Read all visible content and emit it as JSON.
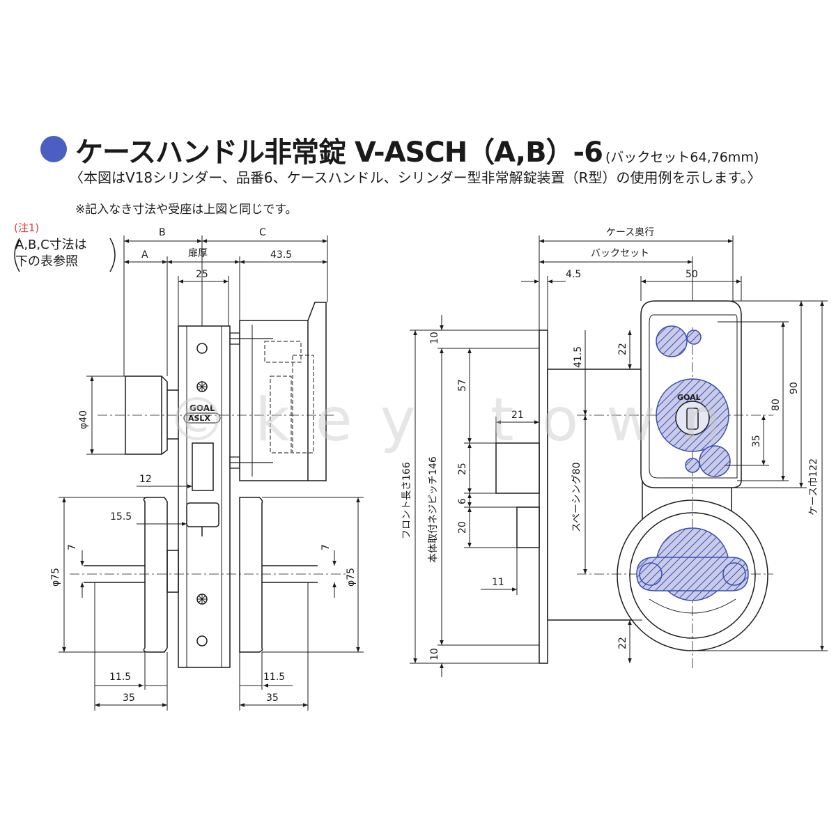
{
  "header": {
    "title": "ケースハンドル非常錠 V-ASCH（A,B）-6",
    "title_sub": "(バックセット64,76mm)",
    "description": "〈本図はV18シリンダー、品番6、ケースハンドル、シリンダー型非常解錠装置（R型）の使用例を示します。〉",
    "note": "※記入なき寸法や受座は上図と同じです。",
    "note_tag": "(注1)",
    "note_box_1": "A,B,C寸法は",
    "note_box_2": "下の表参照"
  },
  "watermark": "©key town",
  "left_view": {
    "labels": {
      "B": "B",
      "C": "C",
      "A": "A",
      "door_thickness": "扉厚",
      "d43_5": "43.5",
      "d25": "25",
      "phi40": "φ40",
      "d12": "12",
      "d15_5": "15.5",
      "d7_left": "7",
      "d7_right": "7",
      "phi75_left": "φ75",
      "phi75_right": "φ75",
      "d11_5_left": "11.5",
      "d11_5_right": "11.5",
      "d35_left": "35",
      "d35_right": "35",
      "brand": "GOAL",
      "model": "ASLX"
    }
  },
  "right_view": {
    "labels": {
      "case_depth": "ケース奥行",
      "backset": "バックセット",
      "d4_5": "4.5",
      "d50": "50",
      "d10_top": "10",
      "d57": "57",
      "d41_5": "41.5",
      "d22_top": "22",
      "d21": "21",
      "d25": "25",
      "d6": "6",
      "d20": "20",
      "d11": "11",
      "d10_bottom": "10",
      "d22_bottom": "22",
      "d80": "80",
      "d90": "90",
      "d35": "35",
      "front_length": "フロント長さ166",
      "screw_pitch": "本体取付ネジピッチ146",
      "spacing": "スペーシング80",
      "case_width": "ケース巾122",
      "brand": "GOAL"
    }
  },
  "colors": {
    "bullet": "#4a5fc1",
    "hatch": "#3a4fb0",
    "note_tag": "#e03a3a",
    "line": "#1a1a1a"
  }
}
